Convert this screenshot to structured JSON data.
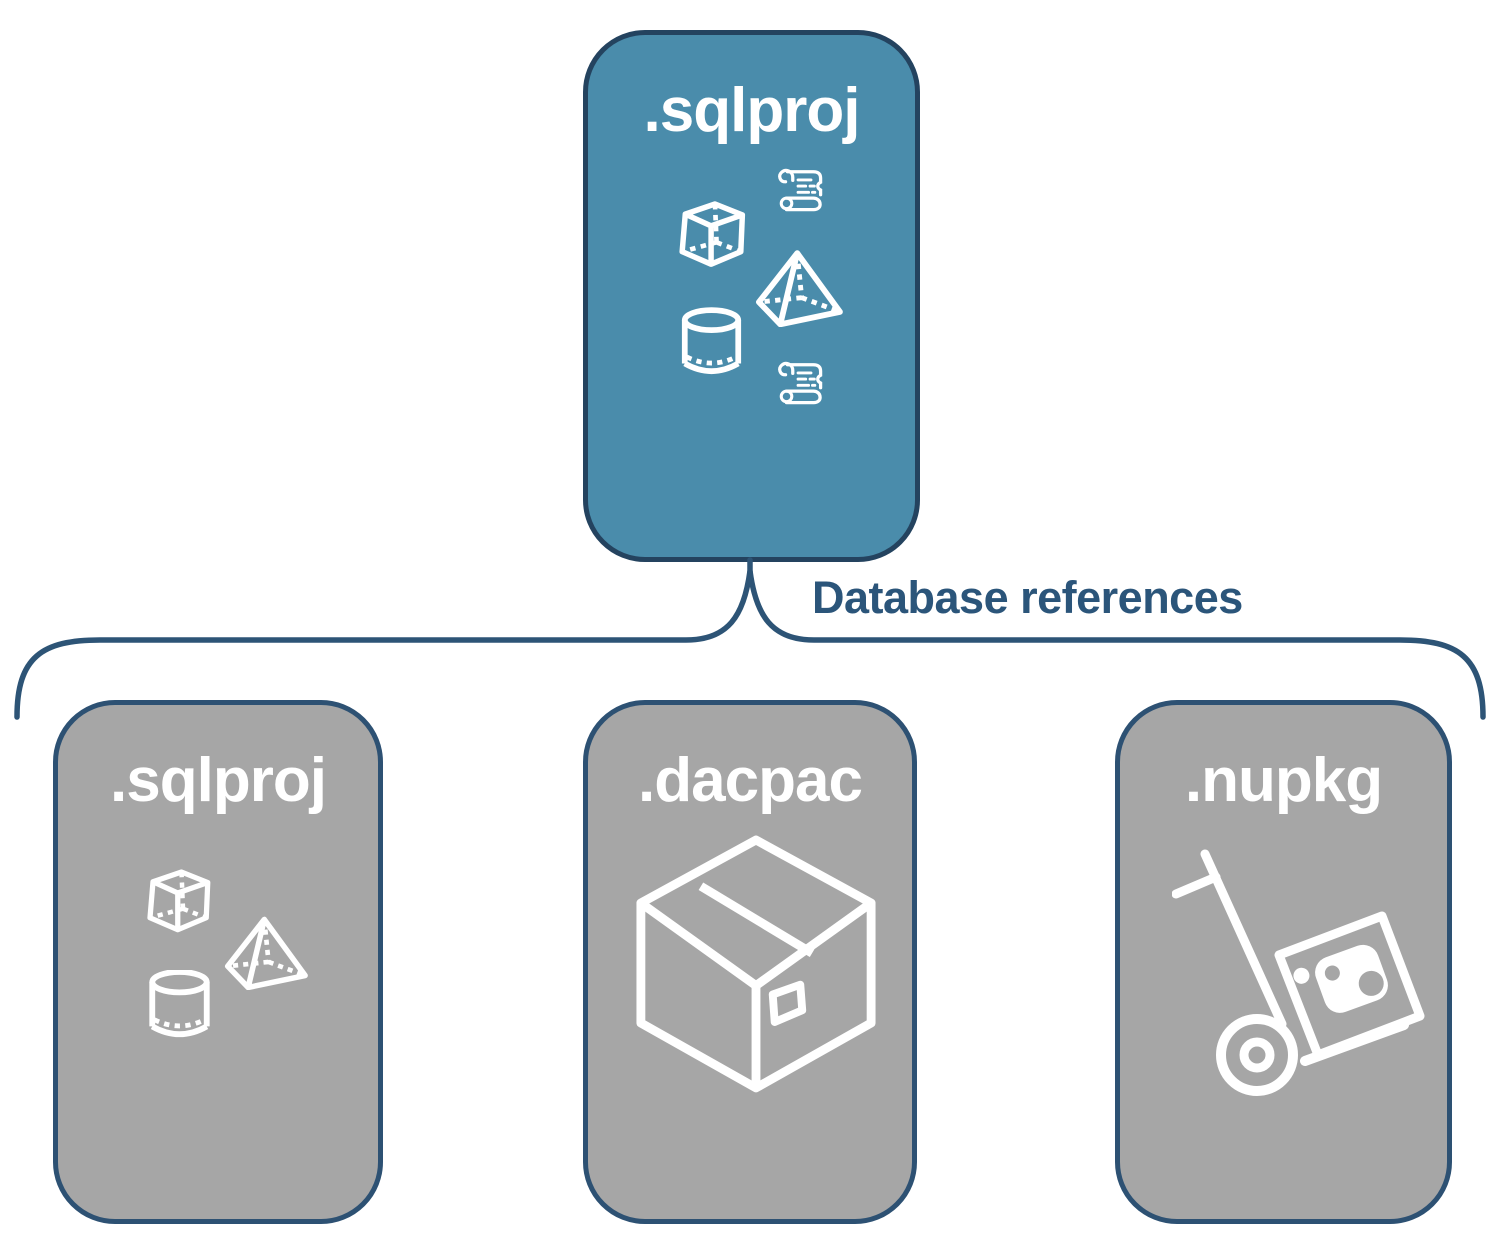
{
  "diagram": {
    "parent": {
      "label": ".sqlproj",
      "icons": [
        "cube-icon",
        "scroll-icon",
        "pyramid-icon",
        "cylinder-icon",
        "scroll-icon"
      ]
    },
    "connector_label": "Database references",
    "children": [
      {
        "label": ".sqlproj",
        "icons": [
          "cube-icon",
          "pyramid-icon",
          "cylinder-icon"
        ]
      },
      {
        "label": ".dacpac",
        "icons": [
          "package-box-icon"
        ]
      },
      {
        "label": ".nupkg",
        "icons": [
          "hand-truck-icon"
        ]
      }
    ],
    "colors": {
      "parent_fill": "#4a8cab",
      "parent_border": "#24435f",
      "child_fill": "#a6a6a6",
      "child_border": "#2d5173",
      "connector": "#2d5476",
      "label_text": "#2b557a",
      "icon": "#ffffff",
      "background": "#ffffff"
    }
  }
}
